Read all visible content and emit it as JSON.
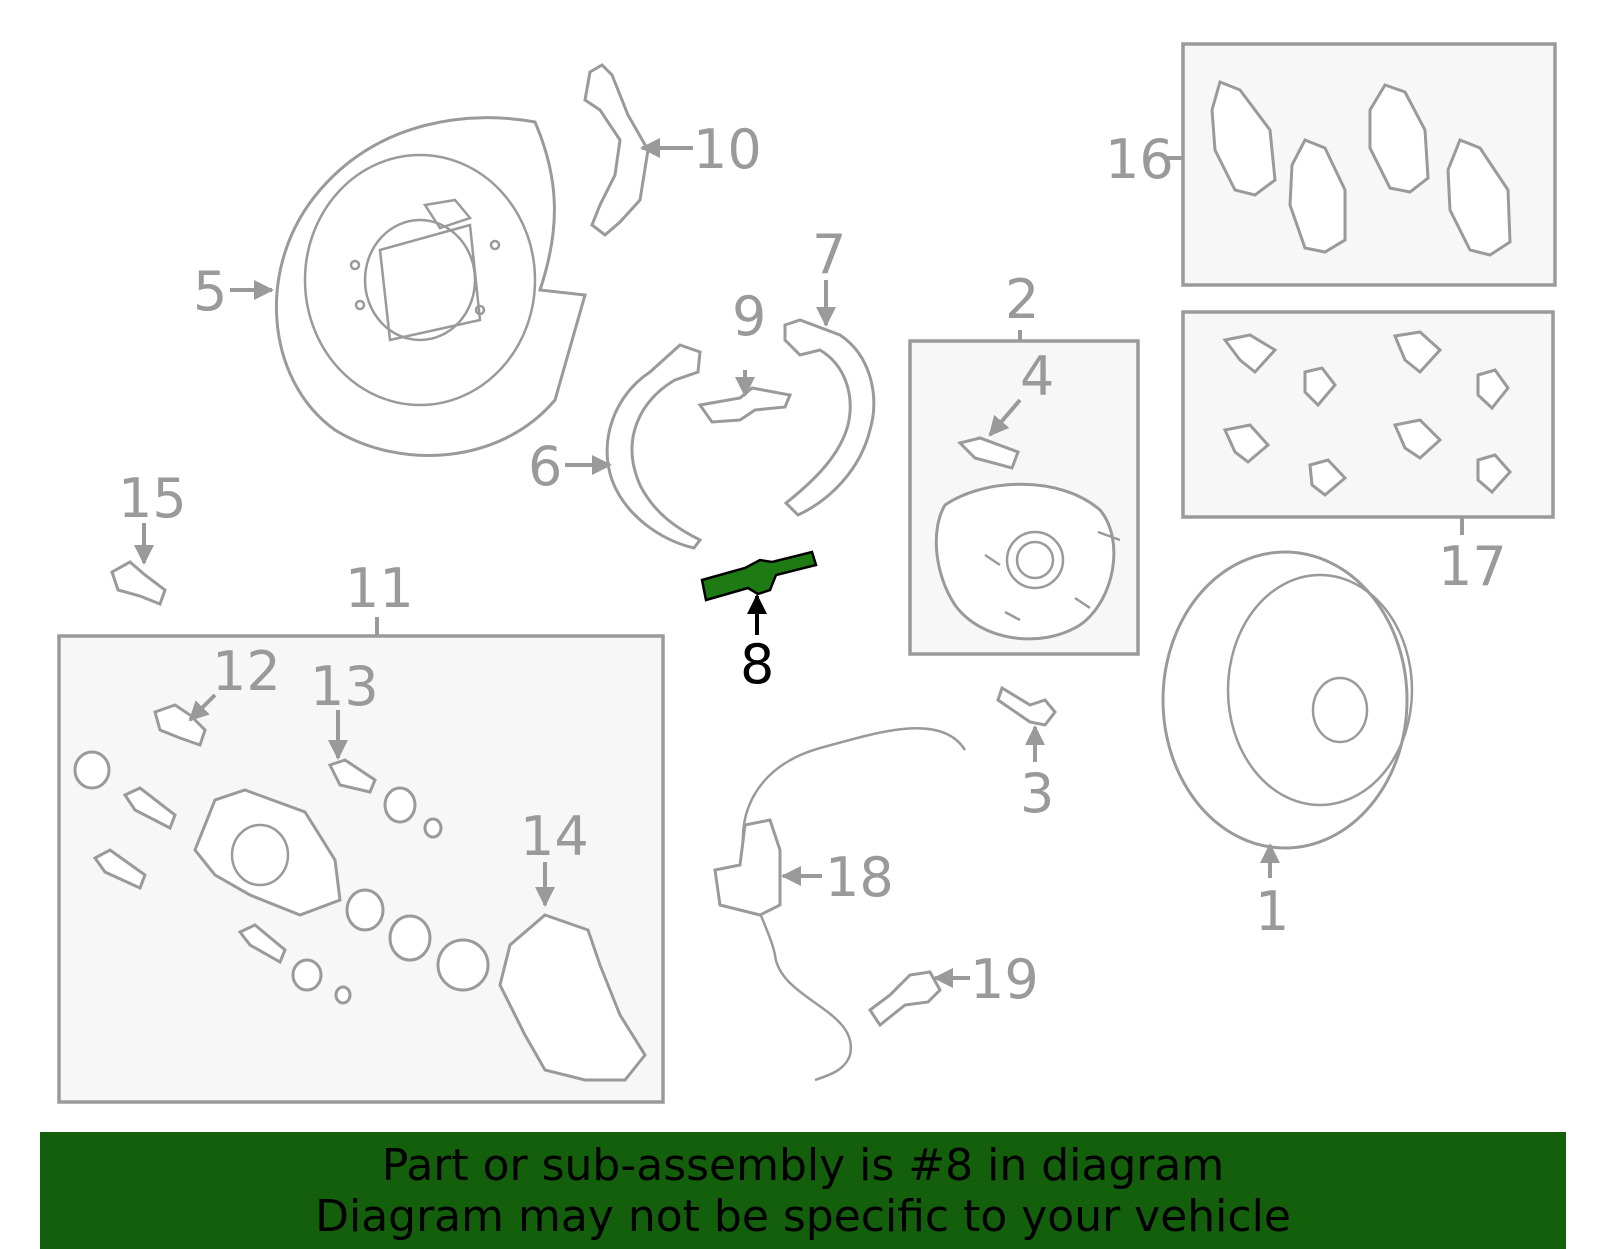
{
  "highlight_color": "#1e7a12",
  "banner_color": "#145f0b",
  "callouts": [
    "1",
    "2",
    "3",
    "4",
    "5",
    "6",
    "7",
    "8",
    "9",
    "10",
    "11",
    "12",
    "13",
    "14",
    "15",
    "16",
    "17",
    "18",
    "19"
  ],
  "highlighted_part": "8",
  "banner": {
    "line1": "Part or sub-assembly is #8 in diagram",
    "line2": "Diagram may not be specific to your vehicle"
  }
}
